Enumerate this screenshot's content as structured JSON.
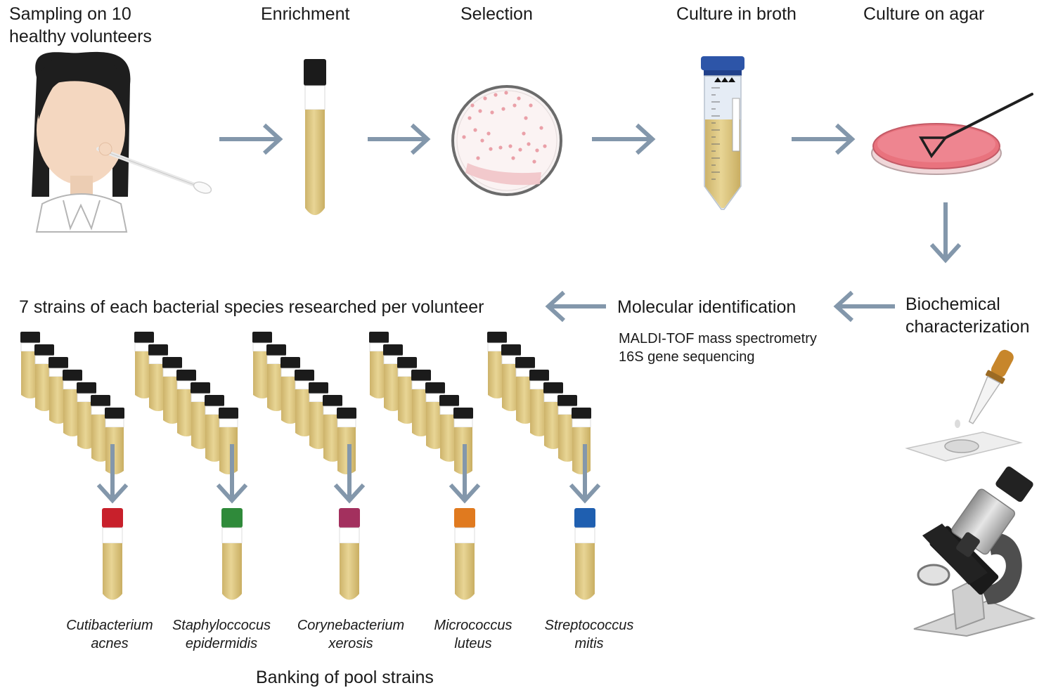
{
  "steps": {
    "sampling_line1": "Sampling on 10",
    "sampling_line2": "healthy volunteers",
    "enrichment": "Enrichment",
    "selection": "Selection",
    "culture_broth": "Culture in broth",
    "culture_agar": "Culture on agar",
    "biochem_line1": "Biochemical",
    "biochem_line2": "characterization",
    "molecular": "Molecular identification",
    "method1": "MALDI-TOF mass spectrometry",
    "method2": "16S gene sequencing",
    "strains": "7 strains of each bacterial species researched per volunteer",
    "banking": "Banking of pool strains"
  },
  "species": [
    {
      "line1": "Cutibacterium",
      "line2": "acnes",
      "cap_color": "#c8202b"
    },
    {
      "line1": "Staphyloccocus",
      "line2": "epidermidis",
      "cap_color": "#2f8a3a"
    },
    {
      "line1": "Corynebacterium",
      "line2": "xerosis",
      "cap_color": "#a3305e"
    },
    {
      "line1": "Micrococcus",
      "line2": "luteus",
      "cap_color": "#e07a1f"
    },
    {
      "line1": "Streptococcus",
      "line2": "mitis",
      "cap_color": "#1f5fb0"
    }
  ],
  "colors": {
    "arrow": "#8397ab",
    "broth": "#dcc57d",
    "cap": "#1b1b1b",
    "agar": "#e9737e"
  }
}
